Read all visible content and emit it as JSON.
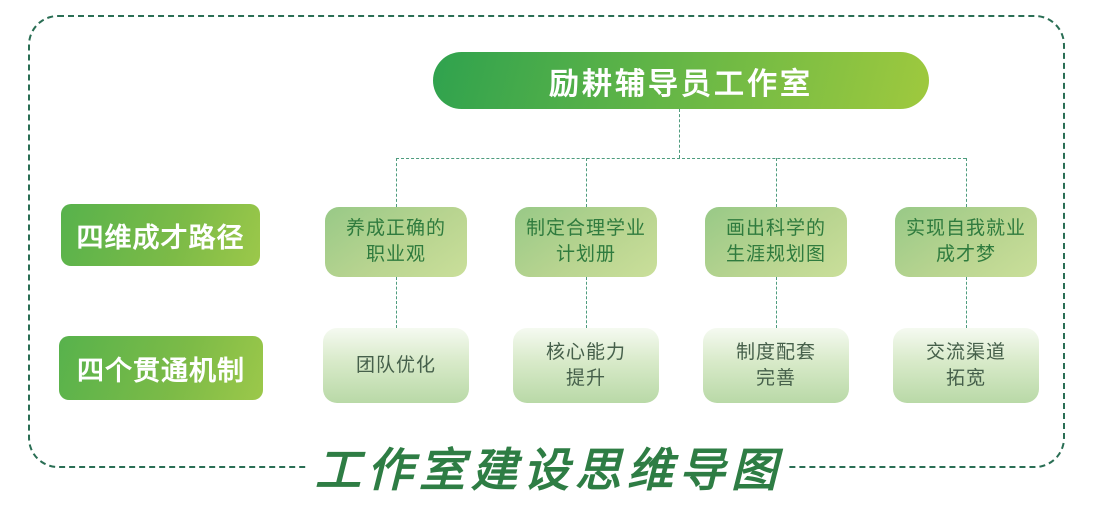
{
  "diagram": {
    "root": {
      "label": "励耕辅导员工作室"
    },
    "left_labels": [
      {
        "label": "四维成才路径"
      },
      {
        "label": "四个贯通机制"
      }
    ],
    "columns": [
      {
        "path_line1": "养成正确的",
        "path_line2": "职业观",
        "mech_line1": "团队优化",
        "mech_line2": ""
      },
      {
        "path_line1": "制定合理学业",
        "path_line2": "计划册",
        "mech_line1": "核心能力",
        "mech_line2": "提升"
      },
      {
        "path_line1": "画出科学的",
        "path_line2": "生涯规划图",
        "mech_line1": "制度配套",
        "mech_line2": "完善"
      },
      {
        "path_line1": "实现自我就业",
        "path_line2": "成才梦",
        "mech_line1": "交流渠道",
        "mech_line2": "拓宽"
      }
    ],
    "caption": "工作室建设思维导图",
    "colors": {
      "root_gradient_start": "#2fa24e",
      "root_gradient_end": "#9fc93e",
      "label_gradient_start": "#57b24c",
      "label_gradient_end": "#9cc84a",
      "path_box_gradient_start": "#98c987",
      "path_box_gradient_end": "#cadf9a",
      "mech_box_gradient_start": "#f5faf1",
      "mech_box_gradient_end": "#b9d9a7",
      "path_text": "#2f7b3e",
      "mech_text": "#46604b",
      "border_dash": "#2a6e54",
      "connector_dash": "#4e9c7e",
      "caption_text": "#2e7d44"
    }
  }
}
